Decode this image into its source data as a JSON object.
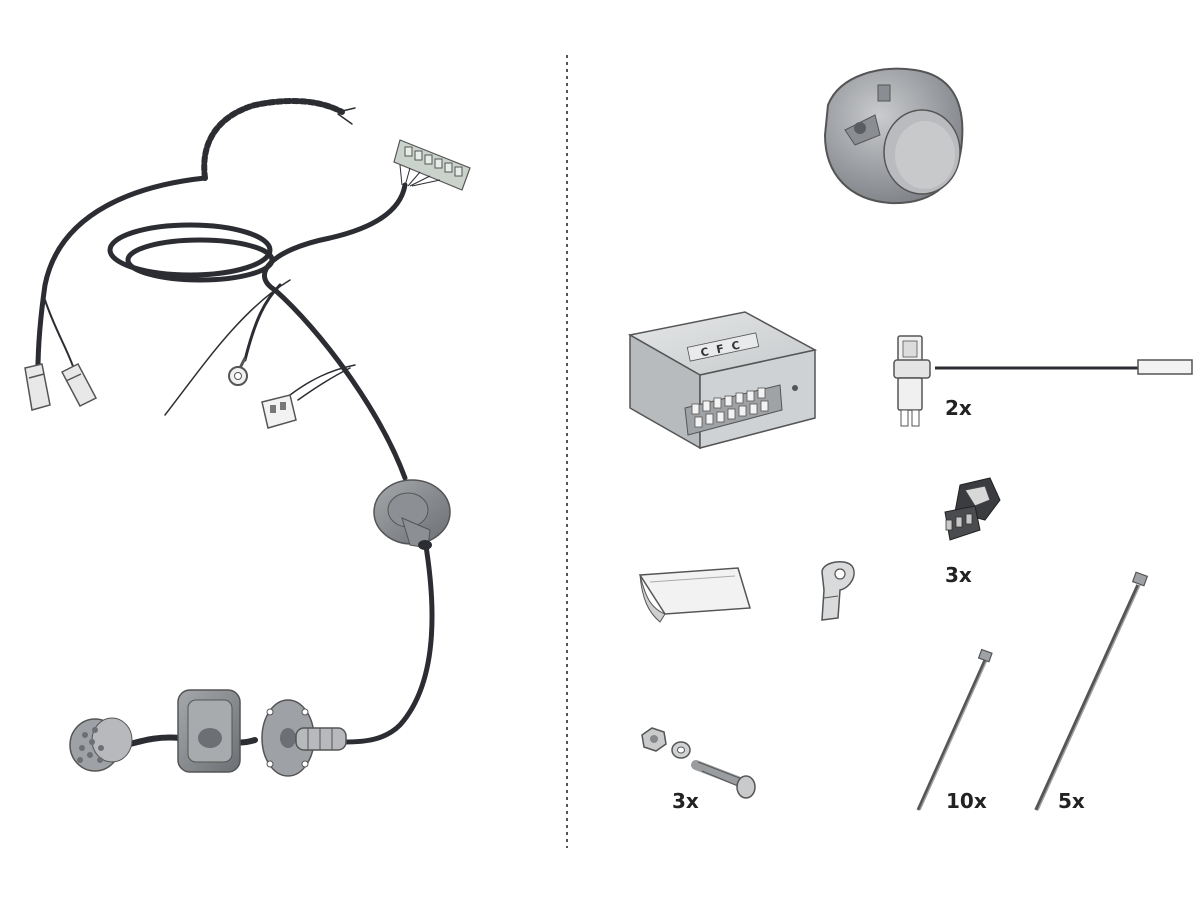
{
  "colors": {
    "cable": "#2b2d33",
    "part_gray": "#9ea1a5",
    "part_light": "#d9dadb",
    "divider": "#555555",
    "text": "#222222"
  },
  "parts": {
    "harness": {
      "icon": "wiring-harness-icon"
    },
    "socket": {
      "icon": "trailer-socket-icon"
    },
    "module": {
      "icon": "control-module-icon",
      "logo": "CFC"
    },
    "fuse_cable": {
      "icon": "fuse-tap-cable-icon",
      "quantity": "2x"
    },
    "clamp": {
      "icon": "wire-clamp-icon",
      "quantity": "3x"
    },
    "cleaning_cloth": {
      "icon": "cleaning-wipe-icon"
    },
    "ground_lug": {
      "icon": "ground-lug-icon"
    },
    "screw_set": {
      "icon": "bolt-nut-washer-icon",
      "quantity": "3x"
    },
    "cable_tie_small": {
      "icon": "cable-tie-small-icon",
      "quantity": "10x"
    },
    "cable_tie_large": {
      "icon": "cable-tie-large-icon",
      "quantity": "5x"
    }
  }
}
